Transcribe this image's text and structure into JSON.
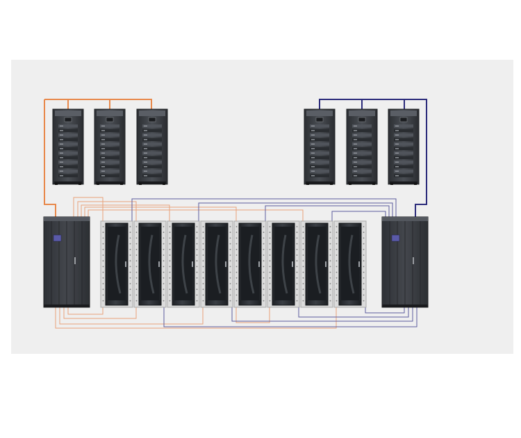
{
  "colors": {
    "panel_background": "#efefef",
    "page_background": "#ffffff",
    "left_group_cable": "#e8884a",
    "right_group_cable": "#2a2a7a",
    "cable_orange_light": "#e9a27a",
    "cable_purple_light": "#5b5b9e",
    "cabinet_body": "#3a3d42",
    "cabinet_frame_light": "#dcdcdc",
    "display_screen": "#5a5aa8"
  },
  "diagram": {
    "components": [
      {
        "kind": "ups-tower",
        "group": "left",
        "icon": "ups-tower-icon"
      },
      {
        "kind": "ups-tower",
        "group": "left",
        "icon": "ups-tower-icon"
      },
      {
        "kind": "ups-tower",
        "group": "left",
        "icon": "ups-tower-icon"
      },
      {
        "kind": "ups-tower",
        "group": "right",
        "icon": "ups-tower-icon"
      },
      {
        "kind": "ups-tower",
        "group": "right",
        "icon": "ups-tower-icon"
      },
      {
        "kind": "ups-tower",
        "group": "right",
        "icon": "ups-tower-icon"
      },
      {
        "kind": "power-distribution-cabinet",
        "group": "left",
        "icon": "distribution-cabinet-icon"
      },
      {
        "kind": "power-distribution-cabinet",
        "group": "right",
        "icon": "distribution-cabinet-icon"
      },
      {
        "kind": "server-rack",
        "group": "center",
        "icon": "server-rack-icon"
      },
      {
        "kind": "server-rack",
        "group": "center",
        "icon": "server-rack-icon"
      },
      {
        "kind": "server-rack",
        "group": "center",
        "icon": "server-rack-icon"
      },
      {
        "kind": "server-rack",
        "group": "center",
        "icon": "server-rack-icon"
      },
      {
        "kind": "server-rack",
        "group": "center",
        "icon": "server-rack-icon"
      },
      {
        "kind": "server-rack",
        "group": "center",
        "icon": "server-rack-icon"
      },
      {
        "kind": "server-rack",
        "group": "center",
        "icon": "server-rack-icon"
      },
      {
        "kind": "server-rack",
        "group": "center",
        "icon": "server-rack-icon"
      }
    ],
    "connections": [
      {
        "from": "left-ups-bus",
        "to": "left-distribution-cabinet",
        "color": "orange"
      },
      {
        "from": "right-ups-bus",
        "to": "right-distribution-cabinet",
        "color": "navy"
      },
      {
        "from": "left-distribution-cabinet",
        "to": "server-racks",
        "color": "orange"
      },
      {
        "from": "right-distribution-cabinet",
        "to": "server-racks",
        "color": "purple"
      }
    ]
  }
}
